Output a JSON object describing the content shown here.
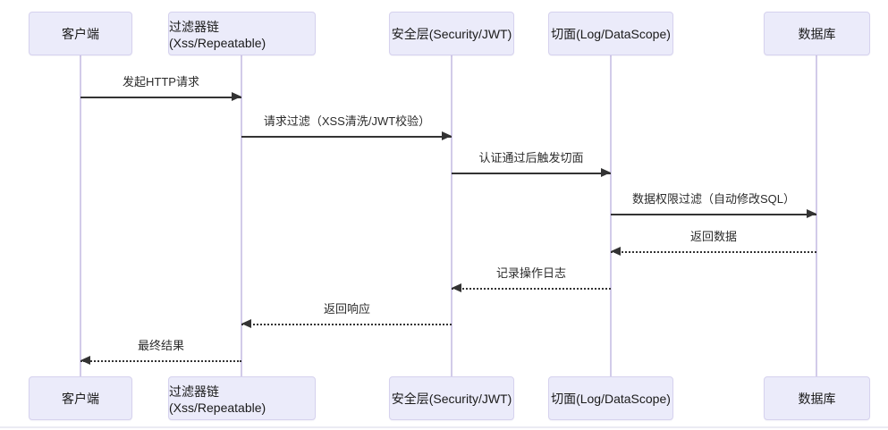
{
  "diagram": {
    "type": "sequence-diagram",
    "actors": [
      {
        "id": "client",
        "label": "客户端"
      },
      {
        "id": "filter-chain",
        "label": "过滤器链(Xss/Repeatable)"
      },
      {
        "id": "security-layer",
        "label": "安全层(Security/JWT)"
      },
      {
        "id": "aspect",
        "label": "切面(Log/DataScope)"
      },
      {
        "id": "database",
        "label": "数据库"
      }
    ],
    "messages": [
      {
        "text": "发起HTTP请求",
        "from": "客户端",
        "to": "过滤器链(Xss/Repeatable)",
        "line": "solid",
        "direction": "right"
      },
      {
        "text": "请求过滤（XSS清洗/JWT校验）",
        "from": "过滤器链(Xss/Repeatable)",
        "to": "安全层(Security/JWT)",
        "line": "solid",
        "direction": "right"
      },
      {
        "text": "认证通过后触发切面",
        "from": "安全层(Security/JWT)",
        "to": "切面(Log/DataScope)",
        "line": "solid",
        "direction": "right"
      },
      {
        "text": "数据权限过滤（自动修改SQL）",
        "from": "切面(Log/DataScope)",
        "to": "数据库",
        "line": "solid",
        "direction": "right"
      },
      {
        "text": "返回数据",
        "from": "数据库",
        "to": "切面(Log/DataScope)",
        "line": "dotted",
        "direction": "left"
      },
      {
        "text": "记录操作日志",
        "from": "切面(Log/DataScope)",
        "to": "安全层(Security/JWT)",
        "line": "dotted",
        "direction": "left"
      },
      {
        "text": "返回响应",
        "from": "安全层(Security/JWT)",
        "to": "过滤器链(Xss/Repeatable)",
        "line": "dotted",
        "direction": "left"
      },
      {
        "text": "最终结果",
        "from": "过滤器链(Xss/Repeatable)",
        "to": "客户端",
        "line": "dotted",
        "direction": "left"
      }
    ],
    "colors": {
      "actor_fill": "#ebebfa",
      "actor_border": "#d6d2ee",
      "lifeline": "#d2cbe9",
      "message_line": "#333333",
      "text": "#2b2b2b",
      "bottom_divider": "#ebebf3",
      "background": "#ffffff"
    }
  }
}
